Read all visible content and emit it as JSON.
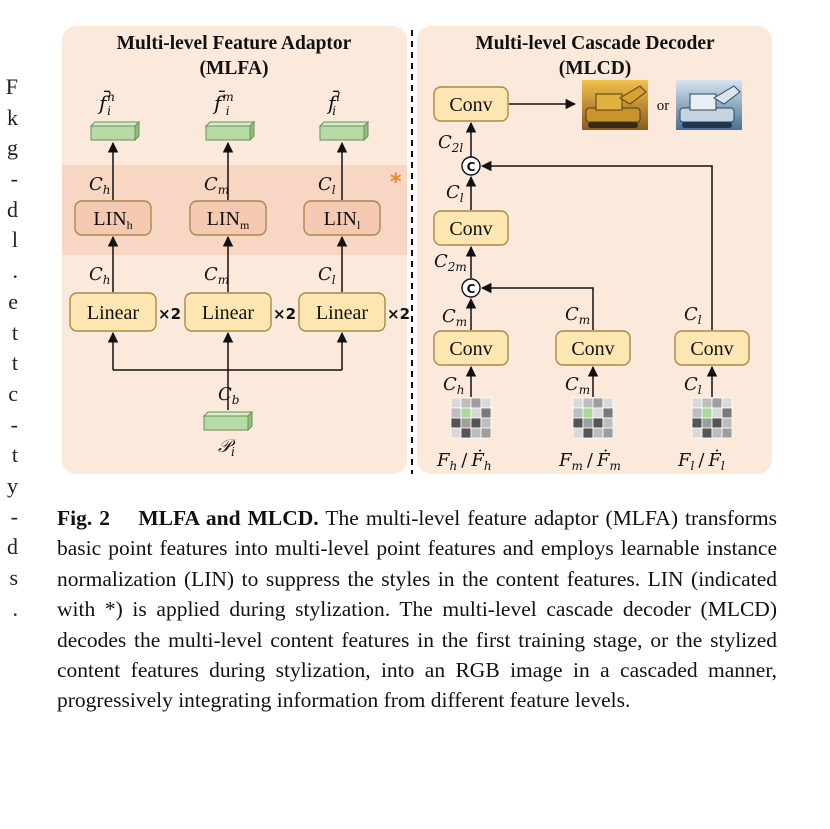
{
  "left_margin_chars": [
    "F",
    "k",
    "g",
    "-",
    "d",
    "l",
    ".",
    "e",
    "t",
    "t",
    "c",
    "-",
    "t",
    "y",
    "-",
    "d",
    "s",
    "."
  ],
  "mlfa": {
    "title_line1": "Multi-level Feature Adaptor",
    "title_line2": "(MLFA)",
    "lin_marker": "*",
    "branches": [
      {
        "out": "f̄",
        "out_sup": "h",
        "out_sub": "i",
        "c": "C",
        "c_sub": "h",
        "lin": "LIN",
        "lin_sub": "h",
        "linear": "Linear",
        "mult": "×2"
      },
      {
        "out": "f̄",
        "out_sup": "m",
        "out_sub": "i",
        "c": "C",
        "c_sub": "m",
        "lin": "LIN",
        "lin_sub": "m",
        "linear": "Linear",
        "mult": "×2"
      },
      {
        "out": "f̄",
        "out_sup": "l",
        "out_sub": "i",
        "c": "C",
        "c_sub": "l",
        "lin": "LIN",
        "lin_sub": "l",
        "linear": "Linear",
        "mult": "×2"
      }
    ],
    "input_c": "C",
    "input_c_sub": "b",
    "input_p": "𝒫",
    "input_p_sub": "i"
  },
  "mlcd": {
    "title_line1": "Multi-level Cascade Decoder",
    "title_line2": "(MLCD)",
    "conv": "Conv",
    "concat": "C",
    "or": "or",
    "c2l": "C",
    "c2l_sub": "2l",
    "cl": "C",
    "cl_sub": "l",
    "c2m": "C",
    "c2m_sub": "2m",
    "cm": "C",
    "cm_sub": "m",
    "inputs": [
      {
        "c": "C",
        "c_sub": "h",
        "f": "F",
        "f_sub": "h",
        "fd": "Ḟ",
        "fd_sub": "h"
      },
      {
        "c": "C",
        "c_sub": "m",
        "f": "F",
        "f_sub": "m",
        "fd": "Ḟ",
        "fd_sub": "m"
      },
      {
        "c": "C",
        "c_sub": "l",
        "f": "F",
        "f_sub": "l",
        "fd": "Ḟ",
        "fd_sub": "l"
      }
    ],
    "slash": "/"
  },
  "caption": {
    "fig_label": "Fig. 2",
    "bold_title": "MLFA and MLCD.",
    "text": "The multi-level feature adaptor (MLFA) transforms basic point features into multi-level point features and employs learnable instance normalization (LIN) to suppress the styles in the content features. LIN (indicated with *) is applied during stylization. The multi-level cascade decoder (MLCD) decodes the multi-level content features in the first training stage, or the stylized content features during stylization, into an RGB image in a cascaded manner, progressively integrating information from different feature levels."
  },
  "colors": {
    "panel_bg": "#fbeadb",
    "lin_band": "#f7d6c3",
    "box_fill": "#fde6b1",
    "box_stroke": "#a8894a",
    "lin_fill": "#f5c9b2",
    "feature_green": "#b6dba6",
    "marker_orange": "#e8882a"
  }
}
